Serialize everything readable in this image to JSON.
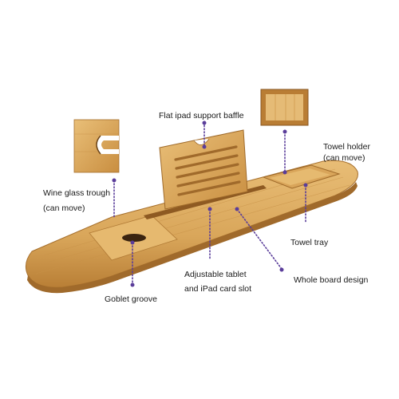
{
  "callouts": {
    "ipad_baffle": "Flat ipad support baffle",
    "towel_holder": [
      "Towel holder",
      "(can move)"
    ],
    "wine_glass_trough": [
      "Wine glass trough",
      "(can move)"
    ],
    "towel_tray": "Towel tray",
    "adjustable_slot": [
      "Adjustable tablet",
      "and iPad card slot"
    ],
    "whole_board": "Whole board design",
    "goblet_groove": "Goblet groove"
  },
  "colors": {
    "bamboo_light": "#e3b46a",
    "bamboo_mid": "#d09a4c",
    "bamboo_dark": "#a9712e",
    "leader_line": "#5a3d9a",
    "text": "#1a1a1a"
  }
}
